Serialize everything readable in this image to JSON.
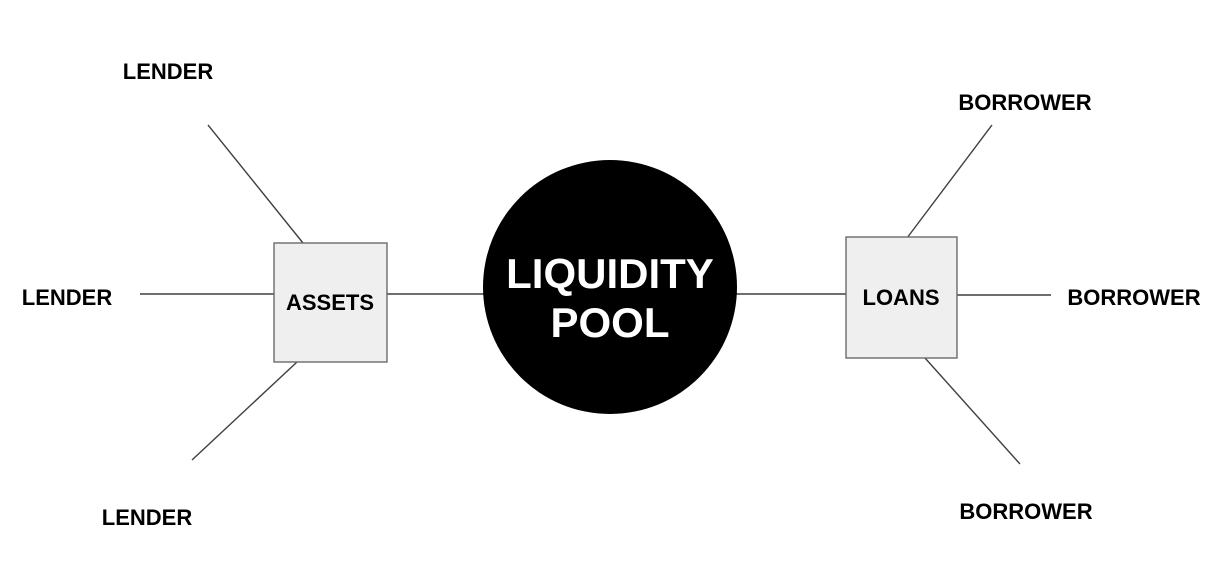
{
  "diagram": {
    "pool": {
      "label_line1": "LIQUIDITY",
      "label_line2": "POOL"
    },
    "assets_box": {
      "label": "ASSETS"
    },
    "loans_box": {
      "label": "LOANS"
    },
    "lenders": [
      {
        "label": "LENDER",
        "position": "top-left"
      },
      {
        "label": "LENDER",
        "position": "middle-left"
      },
      {
        "label": "LENDER",
        "position": "bottom-left"
      }
    ],
    "borrowers": [
      {
        "label": "BORROWER",
        "position": "top-right"
      },
      {
        "label": "BORROWER",
        "position": "middle-right"
      },
      {
        "label": "BORROWER",
        "position": "bottom-right"
      }
    ],
    "colors": {
      "background": "#ffffff",
      "pool_fill": "#000000",
      "pool_text": "#ffffff",
      "box_fill": "#efefef",
      "box_border": "#6b6b6b",
      "connector": "#3f3f3f",
      "label_text": "#000000"
    }
  }
}
